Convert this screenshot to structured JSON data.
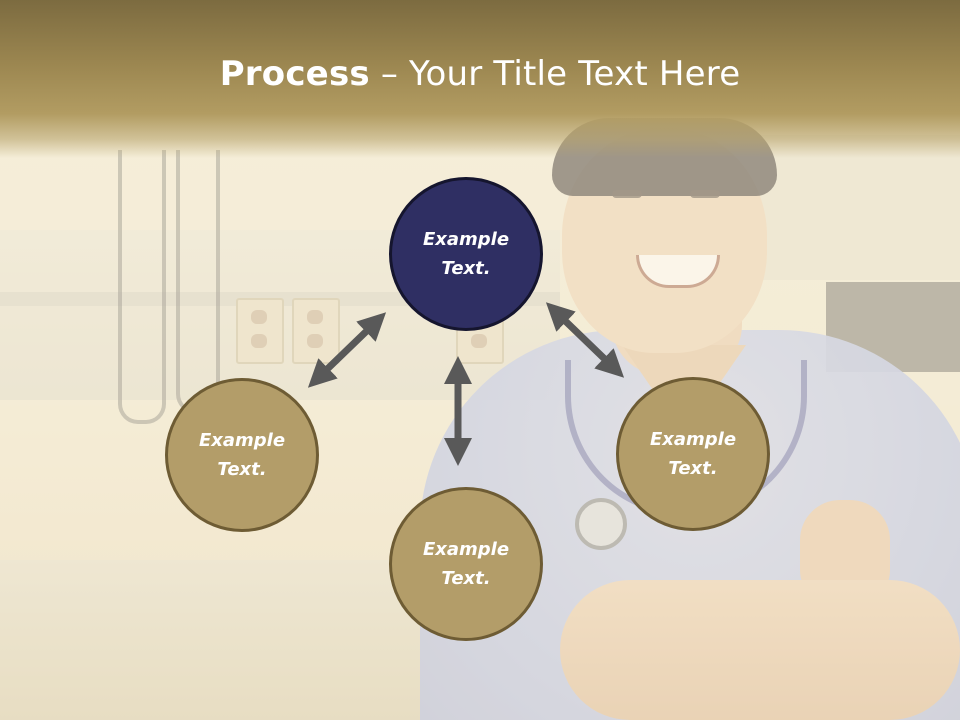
{
  "slide": {
    "title_bold": "Process",
    "title_rest": " – Your Title Text Here"
  },
  "nodes": {
    "top": "Example\nText.",
    "left": "Example\nText.",
    "right": "Example\nText.",
    "bottom": "Example\nText."
  },
  "colors": {
    "title_band": "#9b8650",
    "node_gold": "#b39d69",
    "node_navy": "#2f2f63",
    "arrow": "#595959",
    "text": "#ffffff"
  },
  "icons": {
    "arrows": [
      "double-arrow-diagonal-left",
      "double-arrow-vertical",
      "double-arrow-diagonal-right"
    ]
  }
}
